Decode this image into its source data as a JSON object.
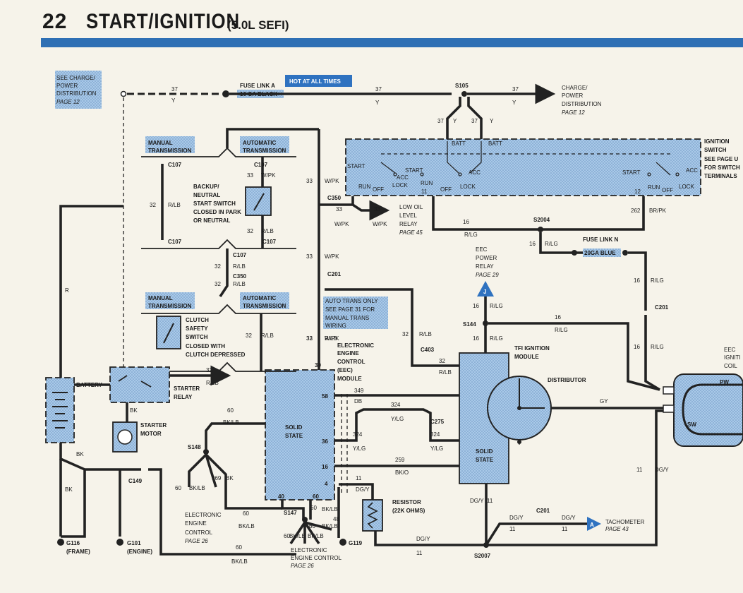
{
  "header": {
    "page_number": "22",
    "title": "START/IGNITION",
    "subtitle": "(5.0L SEFI)"
  },
  "colors": {
    "accent_band": "#2e6fb4",
    "component_fill": "#9ec3e6",
    "wire": "#222222"
  },
  "notes": {
    "see_charge": [
      "SEE CHARGE/",
      "POWER",
      "DISTRIBUTION",
      "PAGE 12"
    ],
    "hot": "HOT AT ALL TIMES",
    "charge_out": [
      "CHARGE/",
      "POWER",
      "DISTRIBUTION",
      "PAGE 12"
    ],
    "manual1": [
      "MANUAL",
      "TRANSMISSION"
    ],
    "auto1": [
      "AUTOMATIC",
      "TRANSMISSION"
    ],
    "manual2": [
      "MANUAL",
      "TRANSMISSION"
    ],
    "auto2": [
      "AUTOMATIC",
      "TRANSMISSION"
    ],
    "auto_only": [
      "AUTO TRANS ONLY",
      "SEE PAGE 31 FOR",
      "MANUAL TRANS",
      "WIRING"
    ],
    "low_oil": [
      "LOW OIL",
      "LEVEL",
      "RELAY",
      "PAGE 45"
    ],
    "eec_relay": [
      "EEC",
      "POWER",
      "RELAY",
      "PAGE 29"
    ],
    "tach": [
      "TACHOMETER",
      "PAGE 43"
    ],
    "eec_right": [
      "EEC",
      "IGNITI",
      "COIL"
    ]
  },
  "components": {
    "fuse_link_a": [
      "FUSE LINK A",
      "16 GA BLACK"
    ],
    "fuse_link_n": [
      "FUSE LINK N",
      "20GA BLUE"
    ],
    "ignition_switch": [
      "IGNITION",
      "SWITCH",
      "SEE PAGE U",
      "FOR SWITCH",
      "TERMINALS"
    ],
    "backup": [
      "BACKUP/",
      "NEUTRAL",
      "START SWITCH",
      "CLOSED IN PARK",
      "OR NEUTRAL"
    ],
    "clutch": [
      "CLUTCH",
      "SAFETY",
      "SWITCH",
      "CLOSED WITH",
      "CLUTCH DEPRESSED"
    ],
    "battery": "BATTERY",
    "starter_relay": [
      "STARTER",
      "RELAY"
    ],
    "starter_motor": [
      "STARTER",
      "MOTOR"
    ],
    "eec": [
      "ELECTRONIC",
      "ENGINE",
      "CONTROL",
      "(EEC)",
      "MODULE"
    ],
    "solid_state": [
      "SOLID",
      "STATE"
    ],
    "tfi": [
      "TFI IGNITION",
      "MODULE"
    ],
    "distributor": "DISTRIBUTOR",
    "resistor": [
      "RESISTOR",
      "(22K OHMS)"
    ],
    "eec_ctrl1": [
      "ELECTRONIC",
      "ENGINE",
      "CONTROL",
      "PAGE 26"
    ],
    "eec_ctrl2": [
      "ELECTRONIC",
      "ENGINE CONTROL",
      "PAGE 26"
    ],
    "coil_pw": "PW",
    "coil_sw": "SW",
    "sw_terms": [
      "BATT",
      "BATT",
      "START",
      "START",
      "ACC",
      "ACC",
      "ACC",
      "RUN",
      "OFF",
      "LOCK",
      "RUN",
      "OFF",
      "LOCK",
      "START",
      "RUN",
      "OFF",
      "LOCK",
      "11",
      "12"
    ]
  },
  "connectors": [
    "C107",
    "C107",
    "C107",
    "C107",
    "C107",
    "C350",
    "C350",
    "C201",
    "C201",
    "C403",
    "C275",
    "C149",
    "C201",
    "S105",
    "S2004",
    "S144",
    "S148",
    "S147",
    "S2007",
    "G116",
    "(FRAME)",
    "G101",
    "(ENGINE)",
    "G119",
    "J",
    "A"
  ],
  "wires": {
    "top": [
      "37",
      "Y",
      "37",
      "Y",
      "37",
      "Y",
      "37",
      "Y",
      "37",
      "Y"
    ],
    "left": [
      "32",
      "R/LB",
      "33",
      "W/PK",
      "32",
      "R/LB",
      "32",
      "R/LB",
      "32",
      "R/LB",
      "32",
      "R/LB",
      "32",
      "R/LB",
      "32",
      "R/LB",
      "R"
    ],
    "mid": [
      "33",
      "W/PK",
      "33",
      "W/PK",
      "33",
      "W/PK",
      "33",
      "W/PK",
      "33",
      "W/PK",
      "33",
      "W/PK"
    ],
    "eec": [
      "349",
      "DB",
      "324",
      "Y/LG",
      "324",
      "Y/LG",
      "324",
      "Y/LG",
      "259",
      "BK/O",
      "11",
      "DG/Y",
      "58",
      "36",
      "16",
      "4",
      "40",
      "60",
      "30"
    ],
    "right": [
      "16",
      "R/LG",
      "16",
      "R/LG",
      "262",
      "BR/PK",
      "16",
      "R/LG",
      "16",
      "R/LG",
      "16",
      "R/LG",
      "16",
      "R/LG",
      "16",
      "R/LG",
      "32",
      "R/LB",
      "32",
      "R/LB",
      "GY",
      "11",
      "DG/Y",
      "11",
      "DG/Y",
      "11",
      "DG/Y",
      "11",
      "DG/Y",
      "11",
      "DG/Y",
      "11",
      "DG/Y"
    ],
    "ground": [
      "BK",
      "BK",
      "BK",
      "60",
      "BK/LB",
      "60",
      "BK/LB",
      "969",
      "BK",
      "60",
      "BK/LB",
      "60",
      "BK/LB",
      "60",
      "BK/LB",
      "48",
      "BK/LB",
      "60",
      "BK/LB",
      "60",
      "BK/LB"
    ]
  }
}
